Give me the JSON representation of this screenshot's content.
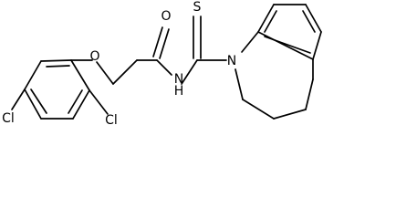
{
  "structure": {
    "atom_labels": {
      "cl_lower": "Cl",
      "cl_right": "Cl",
      "ether_oxygen": "O",
      "carbonyl_oxygen": "O",
      "amide_nitrogen": "N",
      "amide_hydrogen": "H",
      "thione_sulfur": "S",
      "ring_nitrogen": "N"
    }
  }
}
